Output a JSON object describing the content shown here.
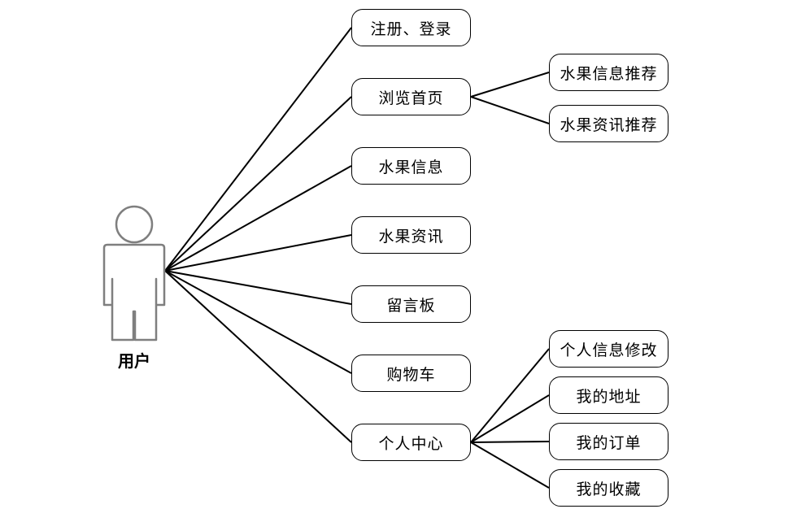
{
  "colors": {
    "line": "#000000",
    "actor_stroke": "#7f7f7f",
    "node_border": "#000000"
  },
  "actor": {
    "label": "用户",
    "icon": "person-icon"
  },
  "functions": [
    {
      "id": "register-login",
      "label": "注册、登录",
      "children": []
    },
    {
      "id": "browse-home",
      "label": "浏览首页",
      "children": [
        {
          "id": "fruit-info-recommend",
          "label": "水果信息推荐"
        },
        {
          "id": "fruit-news-recommend",
          "label": "水果资讯推荐"
        }
      ]
    },
    {
      "id": "fruit-info",
      "label": "水果信息",
      "children": []
    },
    {
      "id": "fruit-news",
      "label": "水果资讯",
      "children": []
    },
    {
      "id": "message-board",
      "label": "留言板",
      "children": []
    },
    {
      "id": "shopping-cart",
      "label": "购物车",
      "children": []
    },
    {
      "id": "personal-center",
      "label": "个人中心",
      "children": [
        {
          "id": "edit-personal-info",
          "label": "个人信息修改"
        },
        {
          "id": "my-address",
          "label": "我的地址"
        },
        {
          "id": "my-orders",
          "label": "我的订单"
        },
        {
          "id": "my-favorites",
          "label": "我的收藏"
        }
      ]
    }
  ]
}
